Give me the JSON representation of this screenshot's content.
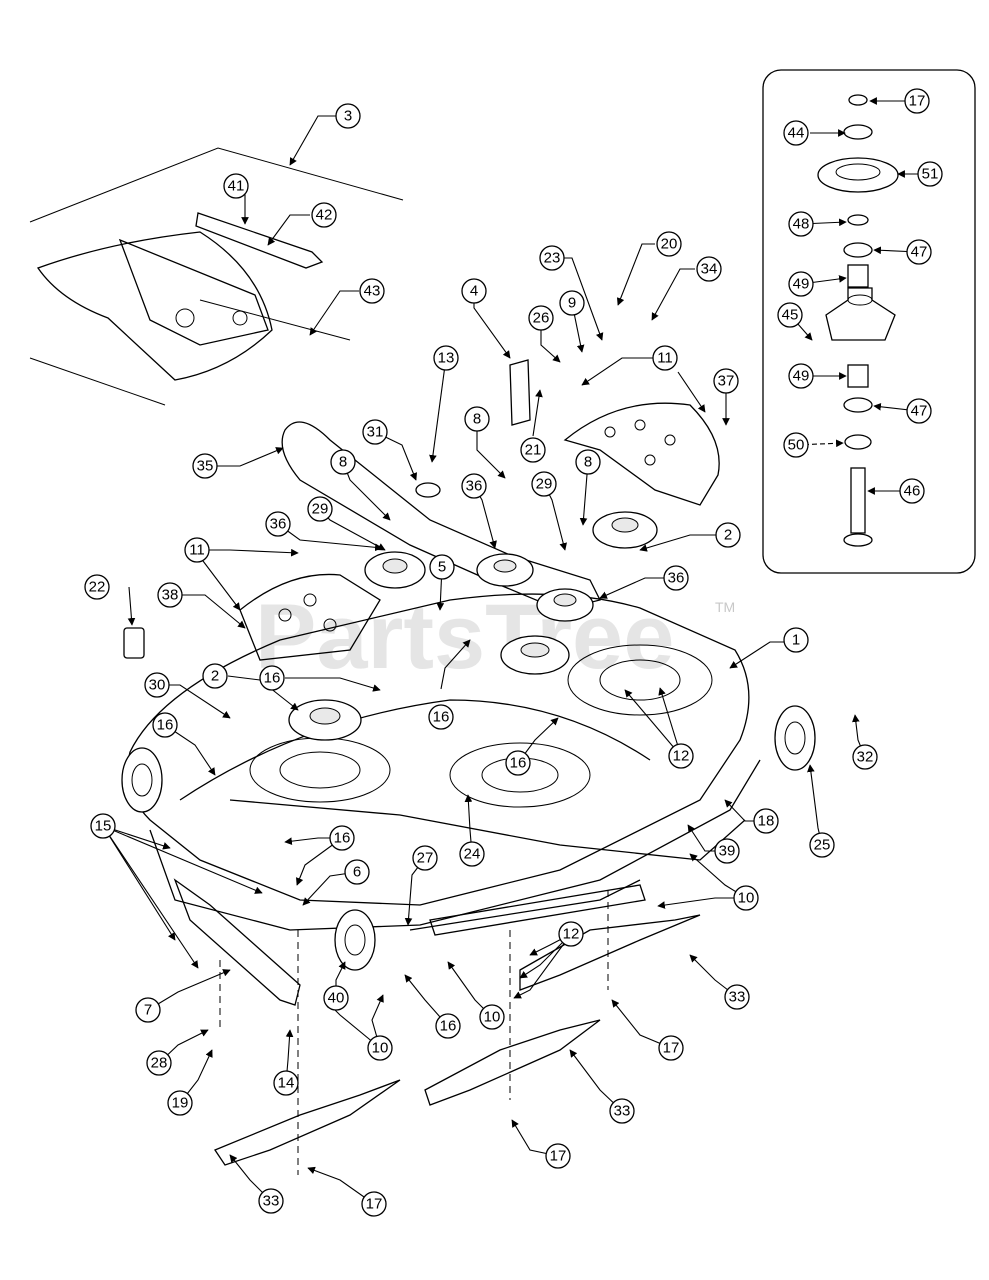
{
  "watermark": {
    "text": "PartsTree",
    "trademark": "TM"
  },
  "inset": {
    "callouts": [
      "17",
      "44",
      "51",
      "48",
      "47",
      "49",
      "45",
      "49",
      "47",
      "50",
      "46"
    ]
  },
  "callouts": [
    "3",
    "41",
    "42",
    "43",
    "4",
    "23",
    "20",
    "34",
    "26",
    "9",
    "11",
    "37",
    "13",
    "8",
    "21",
    "31",
    "35",
    "8",
    "36",
    "29",
    "8",
    "36",
    "29",
    "2",
    "11",
    "5",
    "36",
    "22",
    "38",
    "16",
    "16",
    "30",
    "2",
    "16",
    "16",
    "24",
    "12",
    "1",
    "32",
    "25",
    "18",
    "15",
    "16",
    "6",
    "27",
    "39",
    "10",
    "7",
    "40",
    "12",
    "10",
    "33",
    "28",
    "14",
    "10",
    "16",
    "17",
    "19",
    "33",
    "17",
    "33",
    "17"
  ]
}
